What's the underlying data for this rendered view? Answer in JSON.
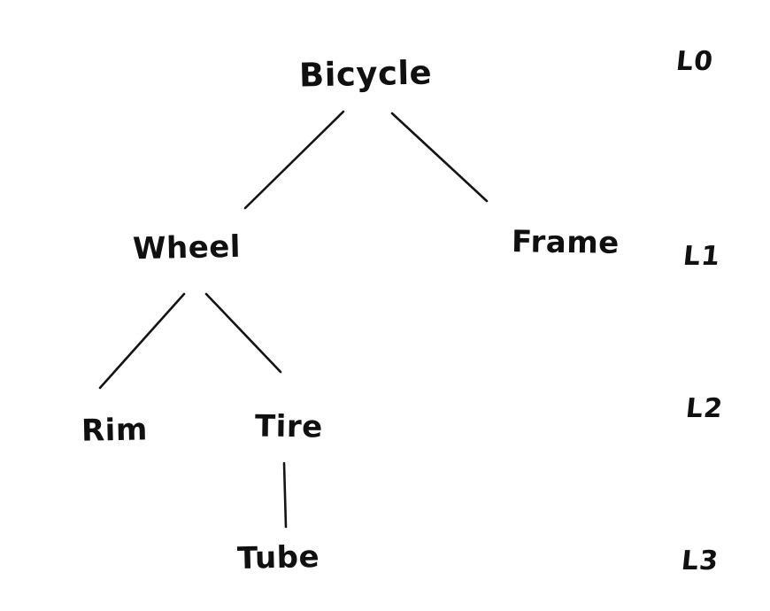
{
  "diagram_type": "tree",
  "nodes": {
    "bicycle": {
      "label": "Bicycle",
      "level": 0
    },
    "wheel": {
      "label": "Wheel",
      "level": 1
    },
    "frame": {
      "label": "Frame",
      "level": 1
    },
    "rim": {
      "label": "Rim",
      "level": 2
    },
    "tire": {
      "label": "Tire",
      "level": 2
    },
    "tube": {
      "label": "Tube",
      "level": 3
    }
  },
  "edges": [
    {
      "from": "Bicycle",
      "to": "Wheel"
    },
    {
      "from": "Bicycle",
      "to": "Frame"
    },
    {
      "from": "Wheel",
      "to": "Rim"
    },
    {
      "from": "Wheel",
      "to": "Tire"
    },
    {
      "from": "Tire",
      "to": "Tube"
    }
  ],
  "level_labels": {
    "l0": "L0",
    "l1": "L1",
    "l2": "L2",
    "l3": "L3"
  },
  "colors": {
    "ink": "#141414",
    "background": "#ffffff"
  }
}
